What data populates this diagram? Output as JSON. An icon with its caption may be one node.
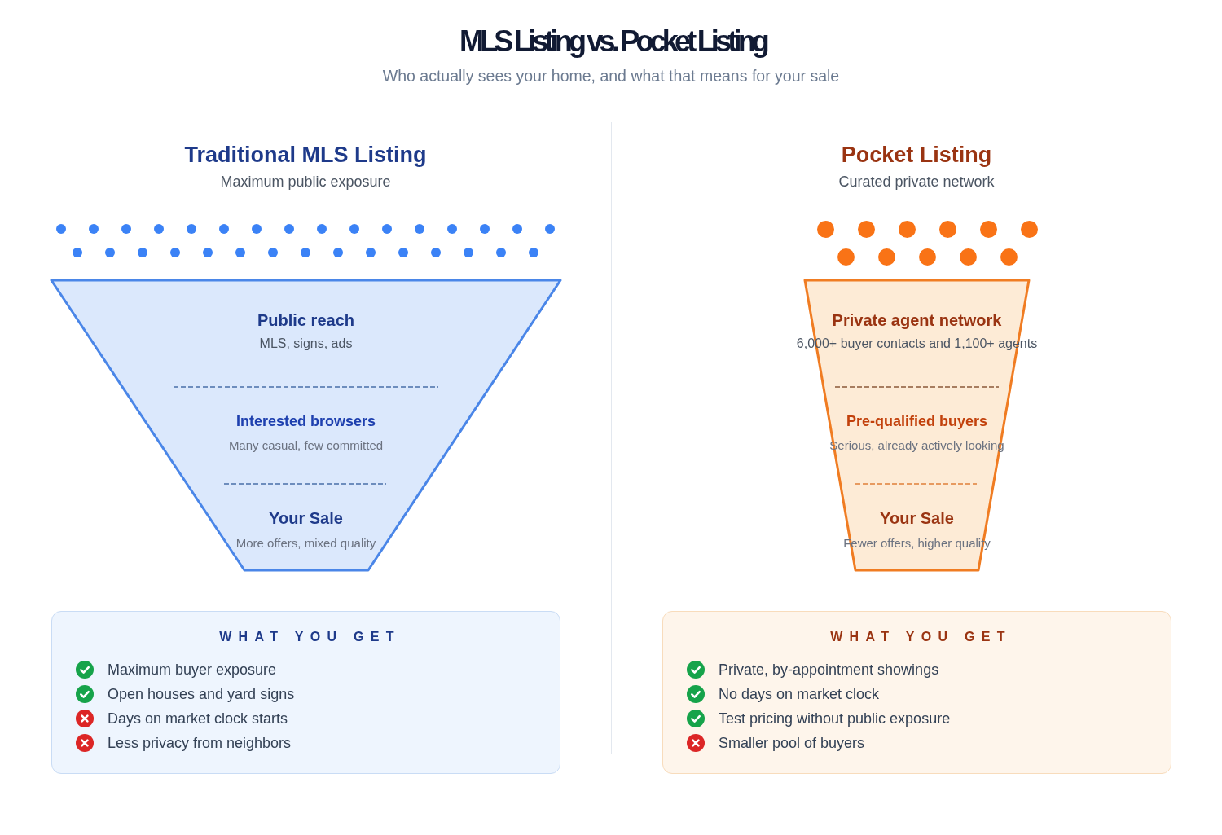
{
  "diagram": {
    "title": "MLS Listing vs. Pocket Listing",
    "nodes": [
      {
        "text": [],
        "shape": "funnel"
      },
      {
        "text": [
          "Public reach",
          "MLS, signs, ads"
        ],
        "in": 0
      },
      {
        "text": [
          "Interested browsers",
          "Many casual, few committed"
        ],
        "in": 0
      },
      {
        "text": [
          "Your Sale",
          "More offers, mixed quality"
        ],
        "in": 0
      },
      {
        "text": [],
        "shape": "funnel"
      },
      {
        "text": [
          "Private agent network",
          "6,000+ buyer contacts and 1,100+ agents"
        ],
        "in": 4
      },
      {
        "text": [
          "Pre-qualified buyers",
          "Serious, already actively looking"
        ],
        "in": 4
      },
      {
        "text": [
          "Your Sale",
          "Fewer offers, higher quality"
        ],
        "in": 4
      },
      {
        "text": [
          "WHAT YOU GET",
          "Maximum buyer exposure",
          "Open houses and yard signs",
          "Days on market clock starts",
          "Less privacy from neighbors"
        ]
      },
      {
        "text": [
          "WHAT YOU GET",
          "Private, by-appointment showings",
          "No days on market clock",
          "Test pricing without public exposure",
          "Smaller pool of buyers"
        ]
      }
    ],
    "labels": [
      "Who actually sees your home, and what that means for your sale",
      "Traditional MLS Listing",
      "Maximum public exposure",
      "Pocket Listing",
      "Curated private network"
    ]
  }
}
